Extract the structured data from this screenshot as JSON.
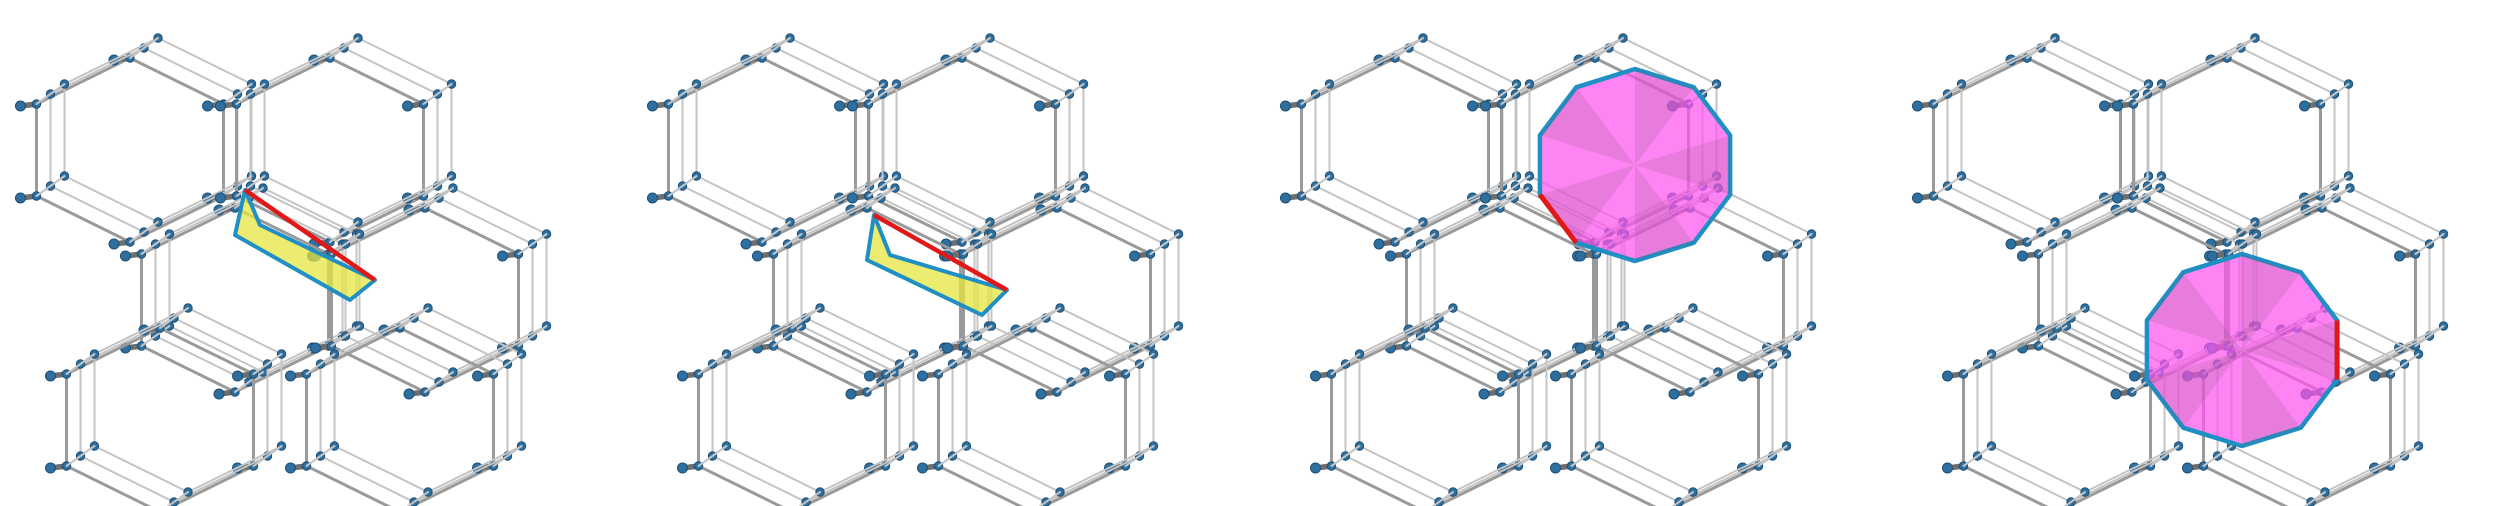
{
  "figure": {
    "panels": [
      {
        "id": "a",
        "highlight": "small-ring",
        "label": ""
      },
      {
        "id": "b",
        "highlight": "small-ring",
        "label": ""
      },
      {
        "id": "c",
        "highlight": "large-ring",
        "label": ""
      },
      {
        "id": "d",
        "highlight": "large-ring",
        "label": ""
      }
    ],
    "colors": {
      "framework_bond": "#9a9a9a",
      "framework_bond_dark": "#6e6e6e",
      "atom": "#2f6f9e",
      "ring_outline": "#1f8fc4",
      "small_ring_fill": "#e6e640",
      "large_ring_fill": "#ff55ee",
      "bond_highlight": "#e01818"
    }
  }
}
